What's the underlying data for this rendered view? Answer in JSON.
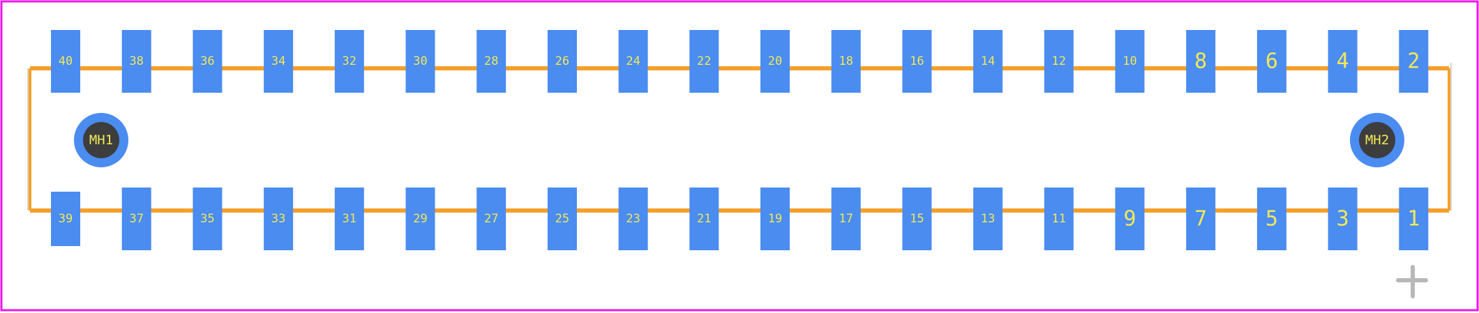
{
  "colors": {
    "board_outline": "#e81ae8",
    "silkscreen": "#f5a02a",
    "pad": "#4a8cf0",
    "pad_label": "#f2e85a",
    "mount_hole_ring": "#4a8cf0",
    "mount_hole_center": "#3d3d3d",
    "origin_marker": "#b8b8b8"
  },
  "top_row_pads": [
    "40",
    "38",
    "36",
    "34",
    "32",
    "30",
    "28",
    "26",
    "24",
    "22",
    "20",
    "18",
    "16",
    "14",
    "12",
    "10",
    "8",
    "6",
    "4",
    "2"
  ],
  "bottom_row_pads": [
    "39",
    "37",
    "35",
    "33",
    "31",
    "29",
    "27",
    "25",
    "23",
    "21",
    "19",
    "17",
    "15",
    "13",
    "11",
    "9",
    "7",
    "5",
    "3",
    "1"
  ],
  "mounting_holes": [
    {
      "label": "MH1"
    },
    {
      "label": "MH2"
    }
  ],
  "icons": {
    "origin": "crosshair-icon"
  }
}
